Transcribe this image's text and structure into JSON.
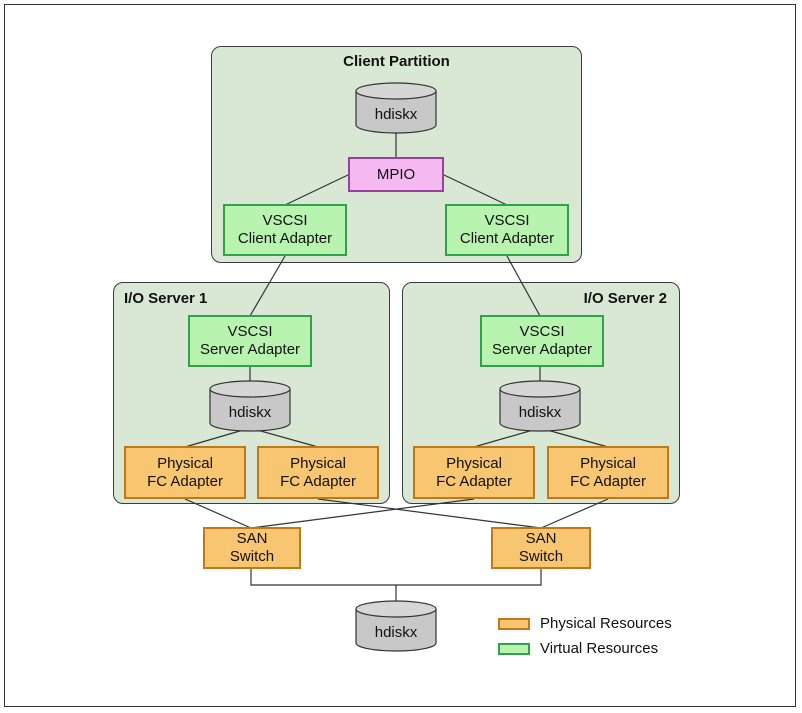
{
  "client_partition": {
    "title": "Client Partition",
    "disk": "hdiskx",
    "mpio": "MPIO",
    "adapters": [
      {
        "line1": "VSCSI",
        "line2": "Client Adapter"
      },
      {
        "line1": "VSCSI",
        "line2": "Client Adapter"
      }
    ]
  },
  "io_servers": [
    {
      "title": "I/O Server 1",
      "server_adapter": {
        "line1": "VSCSI",
        "line2": "Server Adapter"
      },
      "disk": "hdiskx",
      "fc_adapters": [
        {
          "line1": "Physical",
          "line2": "FC Adapter"
        },
        {
          "line1": "Physical",
          "line2": "FC Adapter"
        }
      ]
    },
    {
      "title": "I/O Server 2",
      "server_adapter": {
        "line1": "VSCSI",
        "line2": "Server Adapter"
      },
      "disk": "hdiskx",
      "fc_adapters": [
        {
          "line1": "Physical",
          "line2": "FC Adapter"
        },
        {
          "line1": "Physical",
          "line2": "FC Adapter"
        }
      ]
    }
  ],
  "san_switches": [
    {
      "line1": "SAN",
      "line2": "Switch"
    },
    {
      "line1": "SAN",
      "line2": "Switch"
    }
  ],
  "storage_disk": "hdiskx",
  "legend": {
    "physical": "Physical Resources",
    "virtual": "Virtual Resources"
  },
  "colors": {
    "partition_fill": "#d8e8d4",
    "virtual_fill": "#b8f3b0",
    "virtual_border": "#2fa24a",
    "physical_fill": "#f8c570",
    "physical_border": "#c07818",
    "mpio_fill": "#f5b9f2",
    "mpio_border": "#9b3f9a",
    "disk_fill": "#c8c8c8"
  }
}
